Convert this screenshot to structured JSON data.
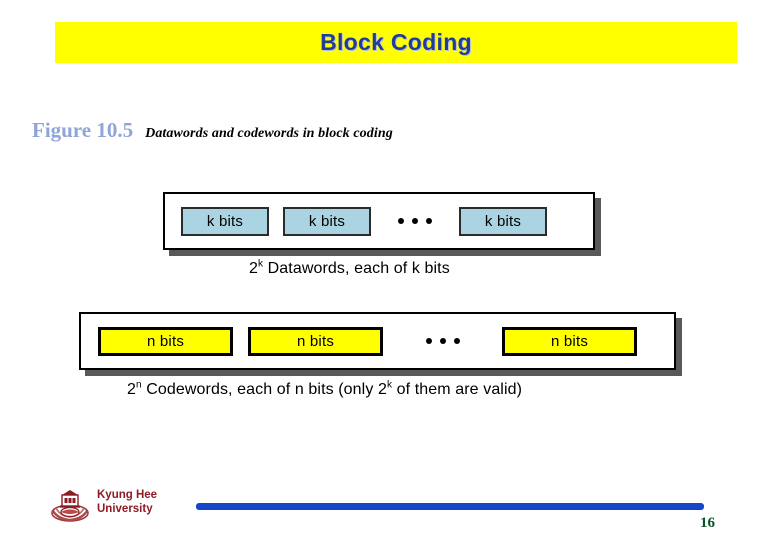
{
  "slide": {
    "title": "Block Coding",
    "title_bg_color": "#ffff00",
    "title_text_color": "#1f3d99"
  },
  "figure": {
    "number": "Figure 10.5",
    "number_color": "#8fa5d8",
    "caption": "Datawords and codewords in block coding"
  },
  "diagram": {
    "rows": [
      {
        "id": "datawords-row",
        "cell_label": "k bits",
        "cell_color": "#aad4e2",
        "cells": [
          "k bits",
          "k bits",
          "k bits"
        ],
        "ellipsis": "• • •",
        "caption_prefix": "2",
        "caption_exponent": "k",
        "caption_suffix": " Datawords, each of k bits",
        "caption_full": "2k Datawords, each of k bits"
      },
      {
        "id": "codewords-row",
        "cell_label": "n bits",
        "cell_color": "#ffff00",
        "cells": [
          "n bits",
          "n bits",
          "n bits"
        ],
        "ellipsis": "• • •",
        "caption_prefix": "2",
        "caption_exponent": "n",
        "caption_mid": " Codewords, each of n bits (only 2",
        "caption_exponent2": "k",
        "caption_suffix": " of them are valid)",
        "caption_full": "2n Codewords, each of n bits (only 2k of them are valid)"
      }
    ]
  },
  "footer": {
    "university_line1": "Kyung Hee",
    "university_line2": "University",
    "university_color": "#8c1b24",
    "bar_color": "#1346c8",
    "page_number": "16",
    "page_number_color": "#0b5228"
  }
}
